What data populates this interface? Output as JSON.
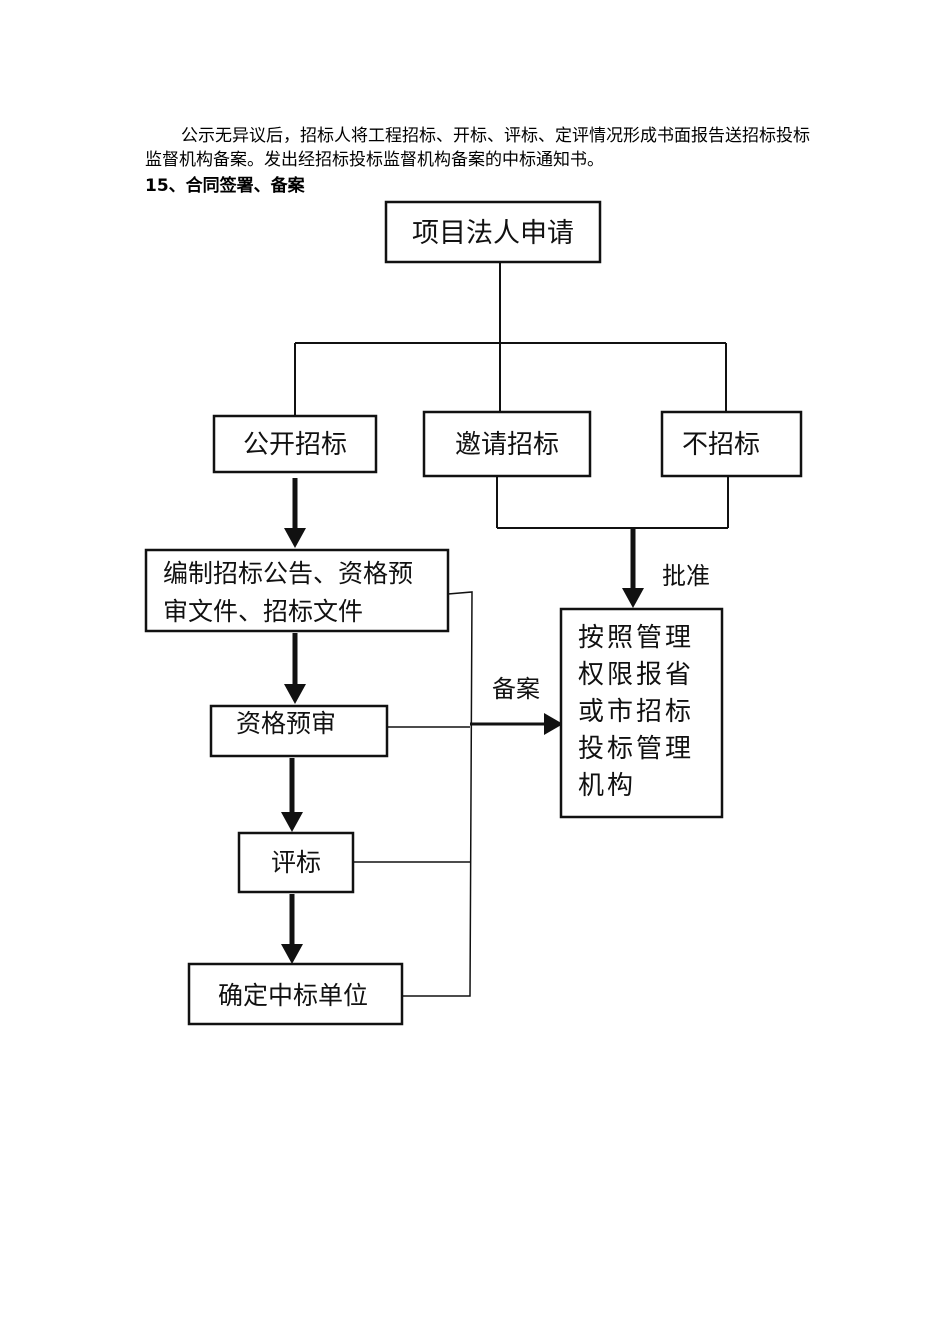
{
  "document": {
    "paragraph": "公示无异议后，招标人将工程招标、开标、评标、定评情况形成书面报告送招标投标监督机构备案。发出经招标投标监督机构备案的中标通知书。",
    "section_heading": "15、合同签署、备案"
  },
  "flowchart": {
    "project_apply": "项目法人申请",
    "open_bid": "公开招标",
    "invite_bid": "邀请招标",
    "no_bid": "不招标",
    "prepare_docs_line1": "编制招标公告、资格预",
    "prepare_docs_line2": "审文件、招标文件",
    "prequal": "资格预审",
    "evaluate": "评标",
    "winner": "确定中标单位",
    "approve_label": "批准",
    "record_label": "备案",
    "authority_lines": [
      "按照管理",
      "权限报省",
      "或市招标",
      "投标管理",
      "机构"
    ]
  }
}
